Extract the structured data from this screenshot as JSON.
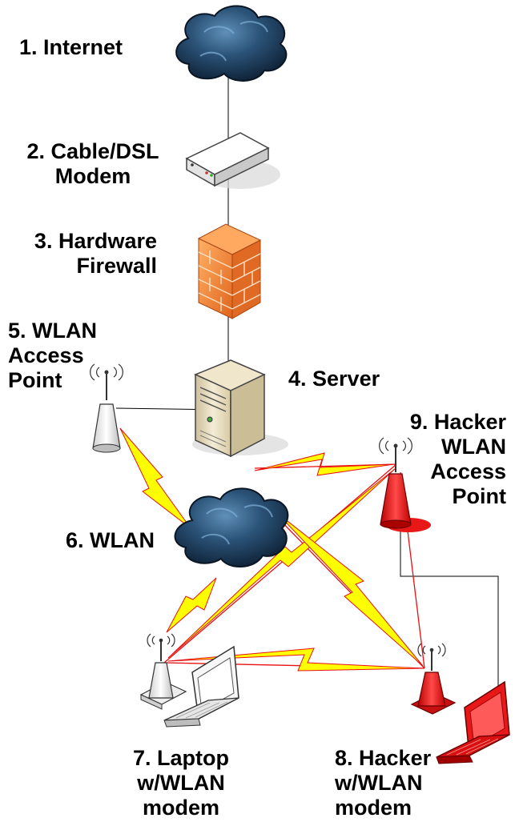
{
  "labels": {
    "internet": [
      "1. Internet"
    ],
    "modem": [
      "2. Cable/DSL",
      "Modem"
    ],
    "firewall": [
      "3. Hardware",
      "Firewall"
    ],
    "server": [
      "4. Server"
    ],
    "wlan_ap": [
      "5. WLAN",
      "Access",
      "Point"
    ],
    "wlan": [
      "6. WLAN"
    ],
    "laptop": [
      "7. Laptop",
      "w/WLAN",
      "modem"
    ],
    "hacker": [
      "8. Hacker",
      "w/WLAN",
      "modem"
    ],
    "hacker_ap": [
      "9. Hacker",
      "WLAN",
      "Access",
      "Point"
    ]
  },
  "colors": {
    "cloud": "#1e3e5c",
    "lightning": "#ffff00",
    "hacker_red": "#e81818",
    "firewall": "#f58a3a",
    "link_red": "#e81010"
  }
}
